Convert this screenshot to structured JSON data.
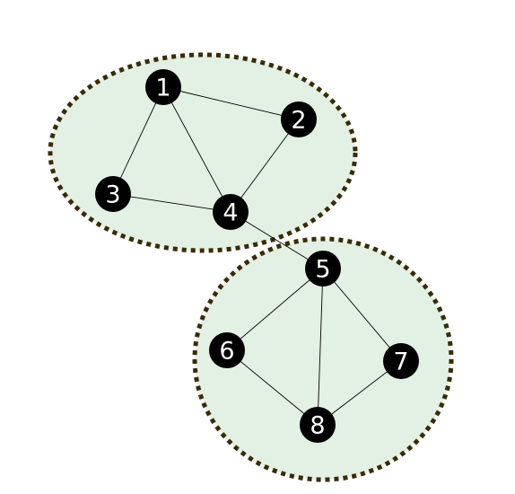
{
  "colors": {
    "cluster_fill": "#e2f1e3",
    "cluster_stroke": "#3a2b06",
    "node_fill": "#000000",
    "node_text": "#ffffff",
    "edge": "#000000",
    "background": "#ffffff"
  },
  "clusters": [
    {
      "id": "a",
      "nodes": [
        "1",
        "2",
        "3",
        "4"
      ]
    },
    {
      "id": "b",
      "nodes": [
        "5",
        "6",
        "7",
        "8"
      ]
    }
  ],
  "nodes": [
    {
      "id": "1",
      "label": "1"
    },
    {
      "id": "2",
      "label": "2"
    },
    {
      "id": "3",
      "label": "3"
    },
    {
      "id": "4",
      "label": "4"
    },
    {
      "id": "5",
      "label": "5"
    },
    {
      "id": "6",
      "label": "6"
    },
    {
      "id": "7",
      "label": "7"
    },
    {
      "id": "8",
      "label": "8"
    }
  ],
  "edges": [
    {
      "from": "1",
      "to": "2"
    },
    {
      "from": "1",
      "to": "3"
    },
    {
      "from": "1",
      "to": "4"
    },
    {
      "from": "2",
      "to": "4"
    },
    {
      "from": "3",
      "to": "4"
    },
    {
      "from": "4",
      "to": "5"
    },
    {
      "from": "5",
      "to": "6"
    },
    {
      "from": "5",
      "to": "7"
    },
    {
      "from": "5",
      "to": "8"
    },
    {
      "from": "6",
      "to": "8"
    },
    {
      "from": "7",
      "to": "8"
    }
  ]
}
